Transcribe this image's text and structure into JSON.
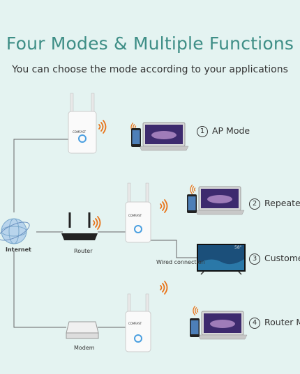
{
  "title": "Four Modes & Multiple Functions",
  "subtitle": "You can choose the mode according to your applications",
  "modes": [
    {
      "num": "1",
      "label": "AP Mode"
    },
    {
      "num": "2",
      "label": "Repeater"
    },
    {
      "num": "3",
      "label": "Customer"
    },
    {
      "num": "4",
      "label": "Router Mo"
    }
  ],
  "device_brand": "COMFAST",
  "tv_size": "58\"",
  "labels": {
    "internet": "Internet",
    "router": "Router",
    "modem": "Modem",
    "wired": "Wired connection"
  }
}
